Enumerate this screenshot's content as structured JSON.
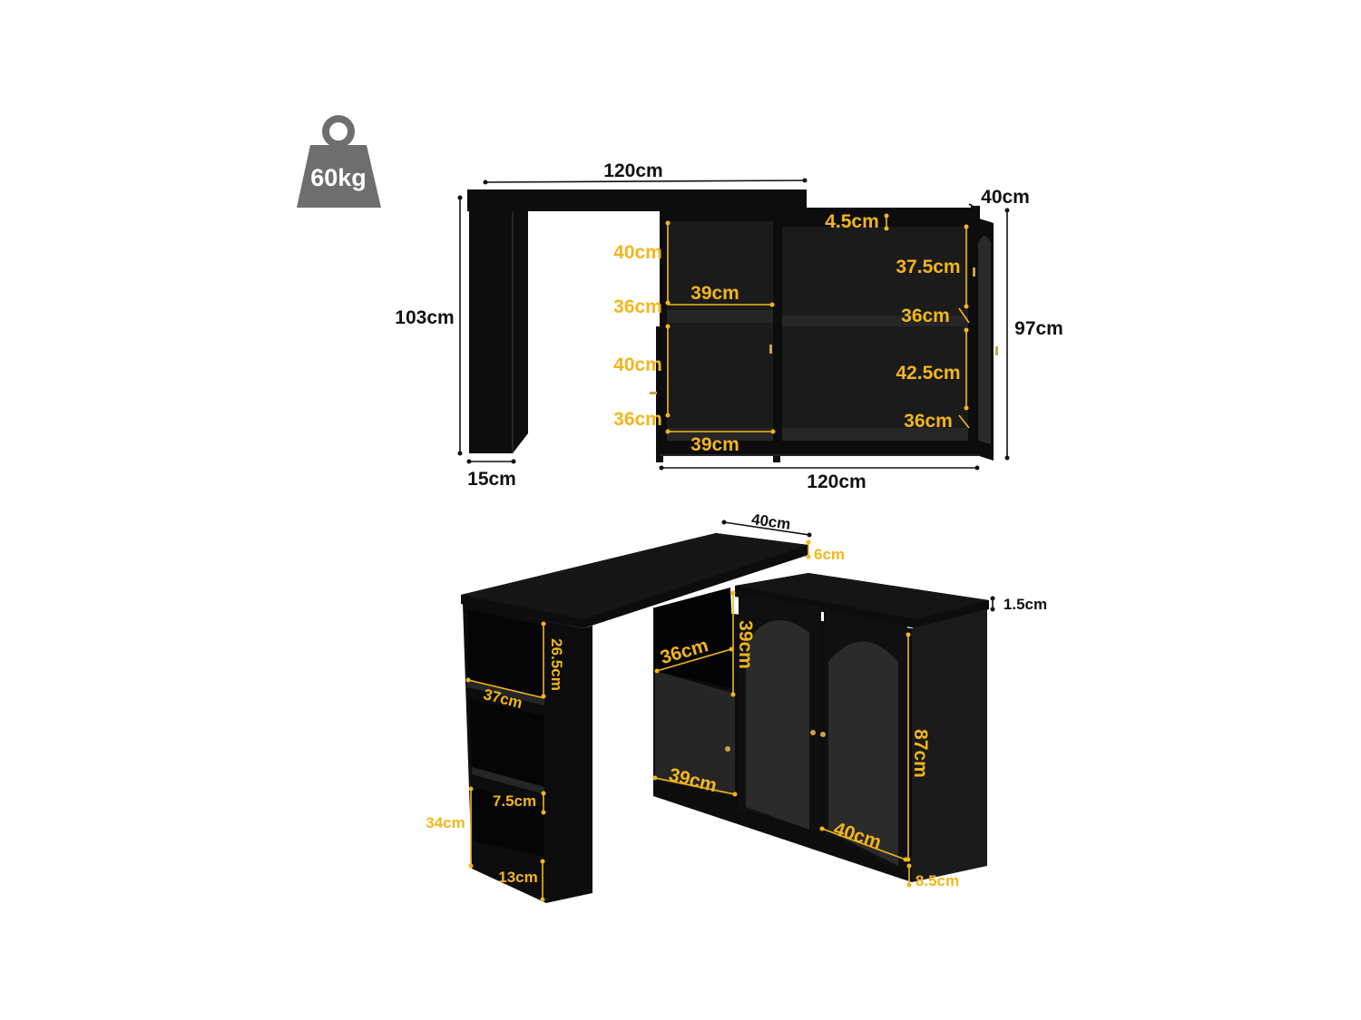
{
  "weight": {
    "label": "60kg",
    "icon": "weight-icon",
    "color": "#6e6e6e"
  },
  "colors": {
    "dimension_gold": "#f2b61c",
    "furniture": "#111111",
    "background": "#ffffff"
  },
  "front_view": {
    "top_width": "120cm",
    "depth": "40cm",
    "total_height": "103cm",
    "cabinet_height": "97cm",
    "leg_depth": "15cm",
    "cabinet_width": "120cm",
    "top_gap": "4.5cm",
    "left_upper_height": "40cm",
    "left_upper_depth": "36cm",
    "left_upper_width": "39cm",
    "left_lower_height": "40cm",
    "left_lower_depth": "36cm",
    "left_lower_width": "39cm",
    "right_upper_height": "37.5cm",
    "right_upper_depth": "36cm",
    "right_lower_height": "42.5cm",
    "right_lower_depth": "36cm"
  },
  "perspective_view": {
    "top_depth": "40cm",
    "top_thickness": "6cm",
    "cabinet_top_thickness": "1.5cm",
    "shelf_height": "26.5cm",
    "shelf_width": "37cm",
    "shelf_gap": "7.5cm",
    "lower_shelf_height": "34cm",
    "base_height": "13cm",
    "open_depth": "36cm",
    "open_height": "39cm",
    "drawer_width": "39cm",
    "door_height": "87cm",
    "door_width": "40cm",
    "leg_height": "8.5cm"
  }
}
